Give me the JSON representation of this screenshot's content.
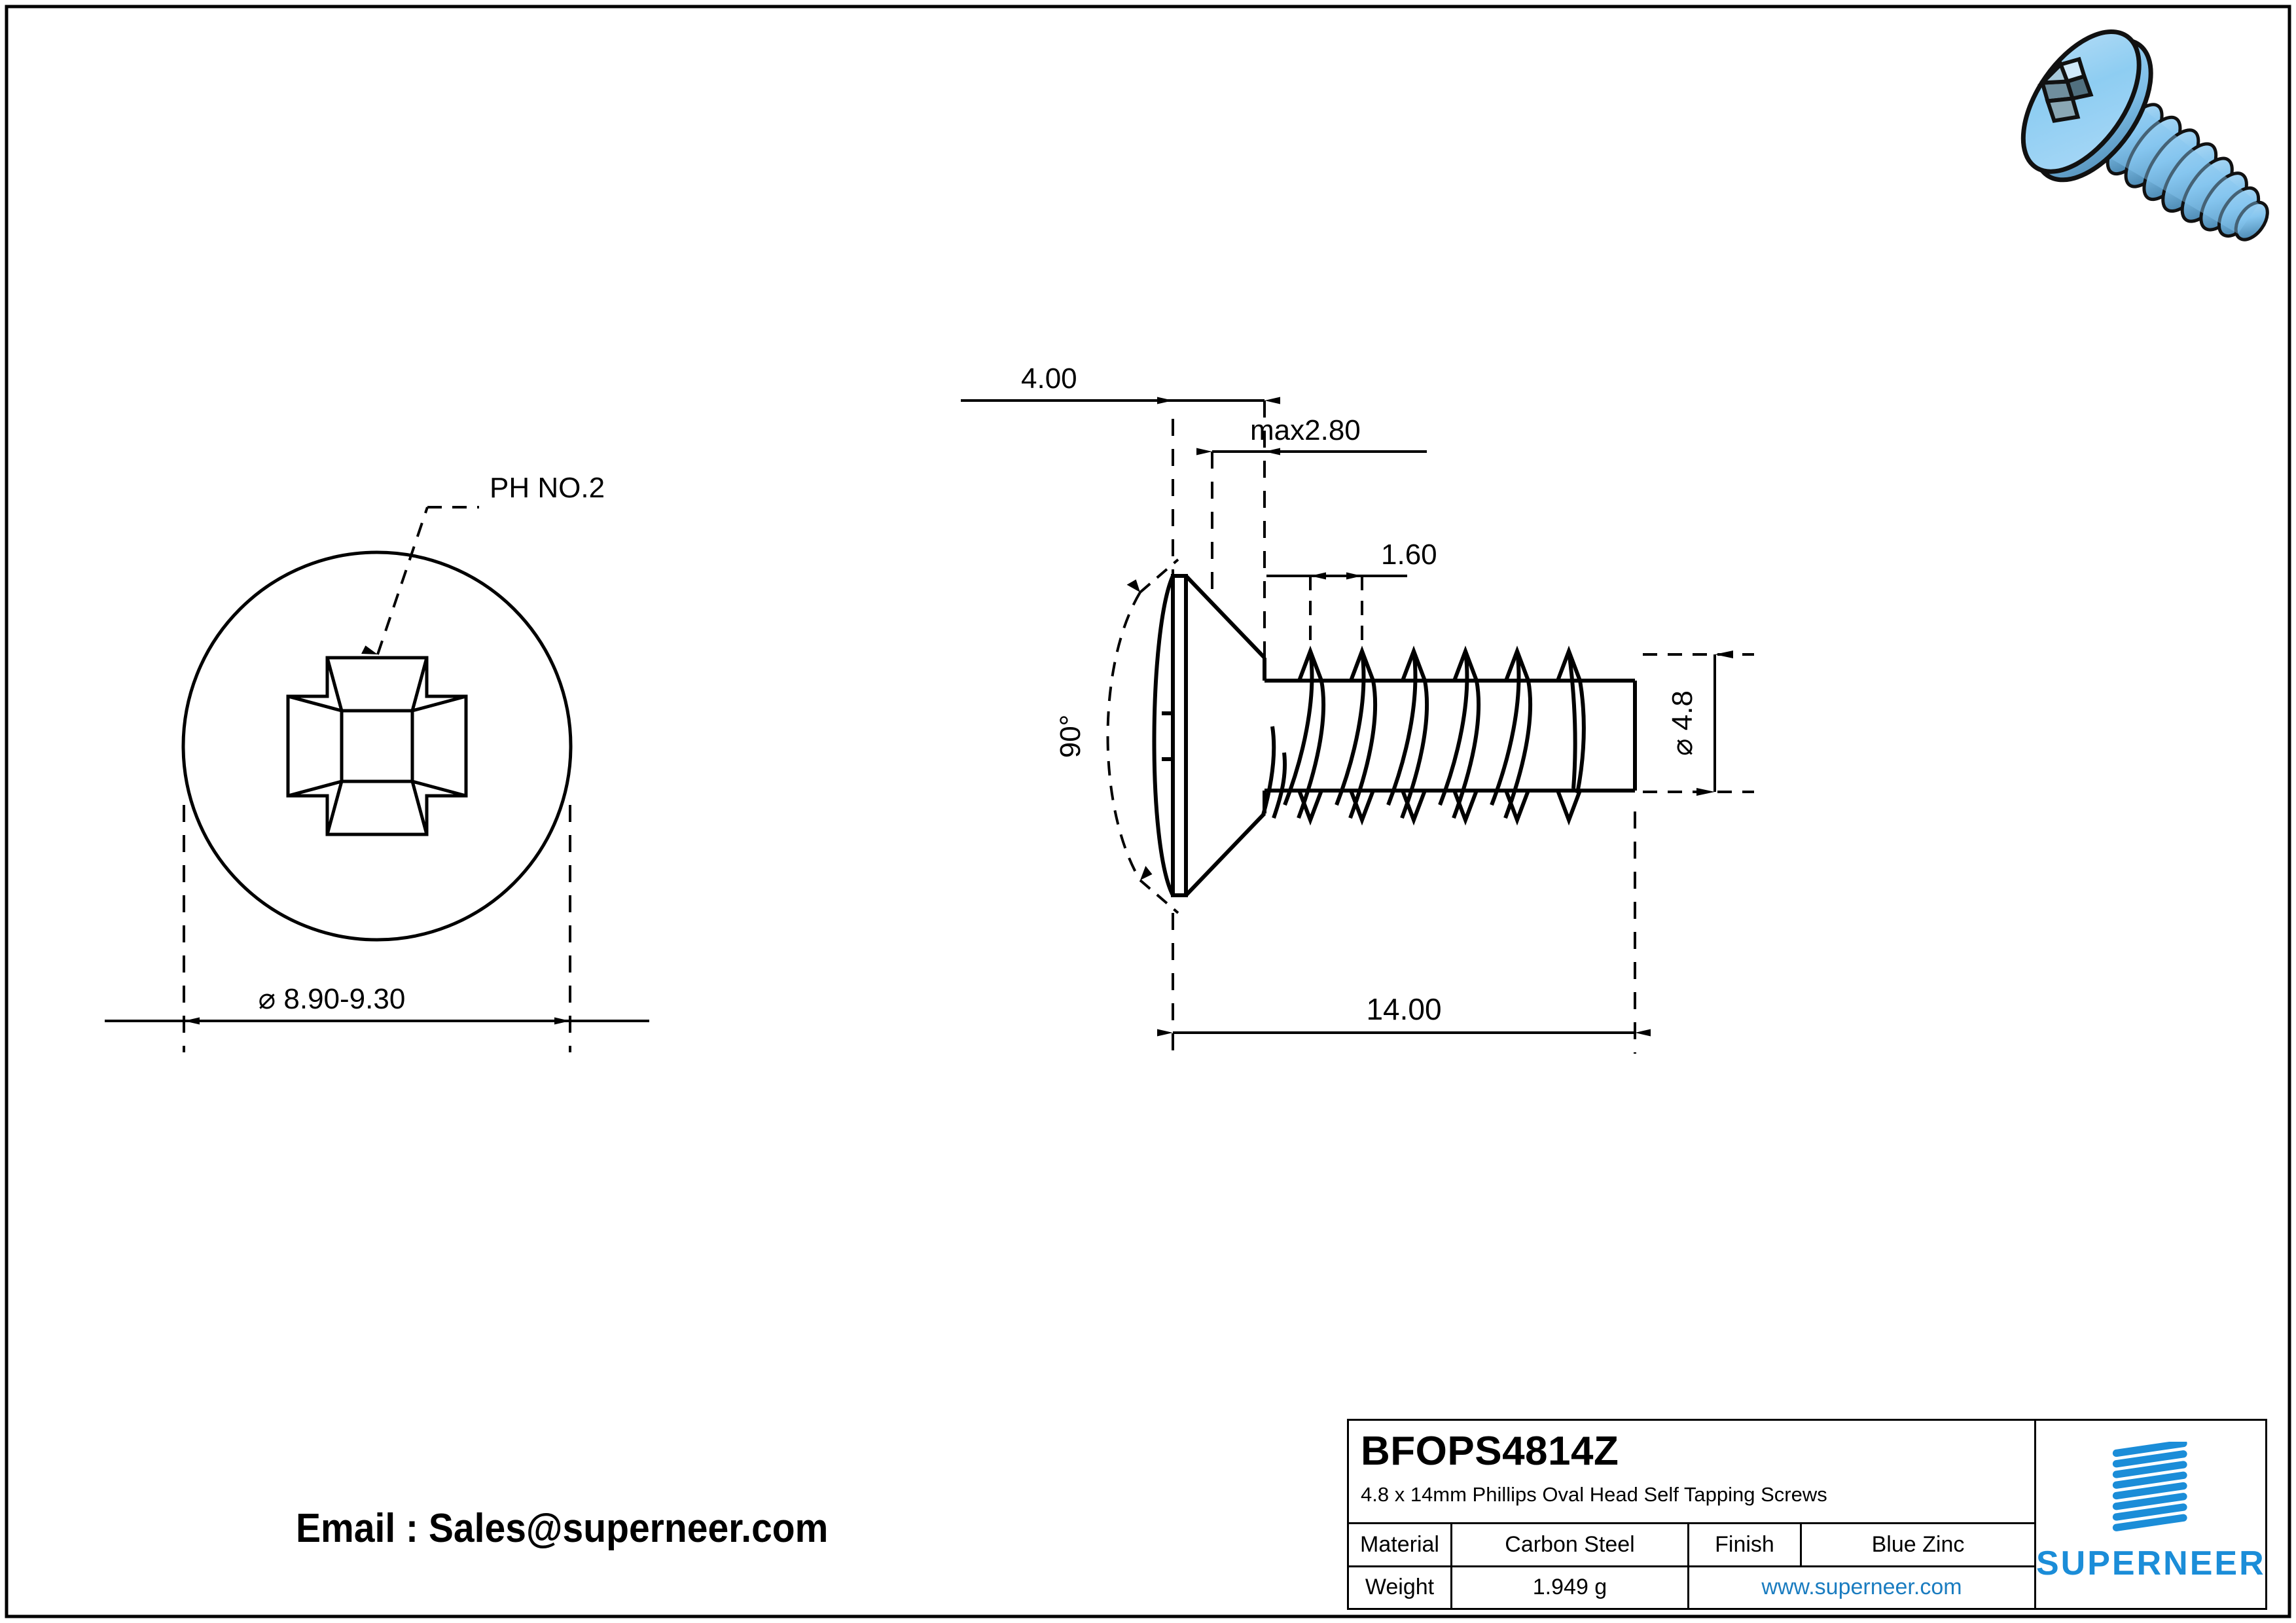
{
  "sheet": {
    "border_color": "#000000",
    "background": "#ffffff"
  },
  "drawing": {
    "front_view": {
      "name": "head-end-view",
      "recess_callout": "PH NO.2",
      "head_diameter_dim": "⌀ 8.90-9.30"
    },
    "side_view": {
      "name": "screw-side-view",
      "head_height_dim": "4.00",
      "recess_depth_dim": "max2.80",
      "thread_pitch_dim": "1.60",
      "head_angle_dim": "90°",
      "shank_diameter_dim": "⌀ 4.8",
      "overall_length_dim": "14.00"
    },
    "render": {
      "name": "screw-3d-render",
      "body_color": "#8ecdf2",
      "highlight_color": "#cfe8f9",
      "shade_color": "#5b9ec9",
      "outline_color": "#111111",
      "recess_color": "#51707f"
    }
  },
  "contact": {
    "email_line": "Email : Sales@superneer.com"
  },
  "title_block": {
    "part_number": "BFOPS4814Z",
    "description": "4.8 x 14mm Phillips Oval Head Self Tapping Screws",
    "rows": [
      {
        "label1": "Material",
        "value1": "Carbon Steel",
        "label2": "Finish",
        "value2": "Blue Zinc"
      },
      {
        "label1": "Weight",
        "value1": "1.949 g",
        "wide_value": "www.superneer.com"
      }
    ],
    "brand": {
      "name": "SUPERNEER",
      "color": "#1b8dd8",
      "mark": "diagonal-bars-logo"
    },
    "link_color": "#1a7cc0"
  }
}
